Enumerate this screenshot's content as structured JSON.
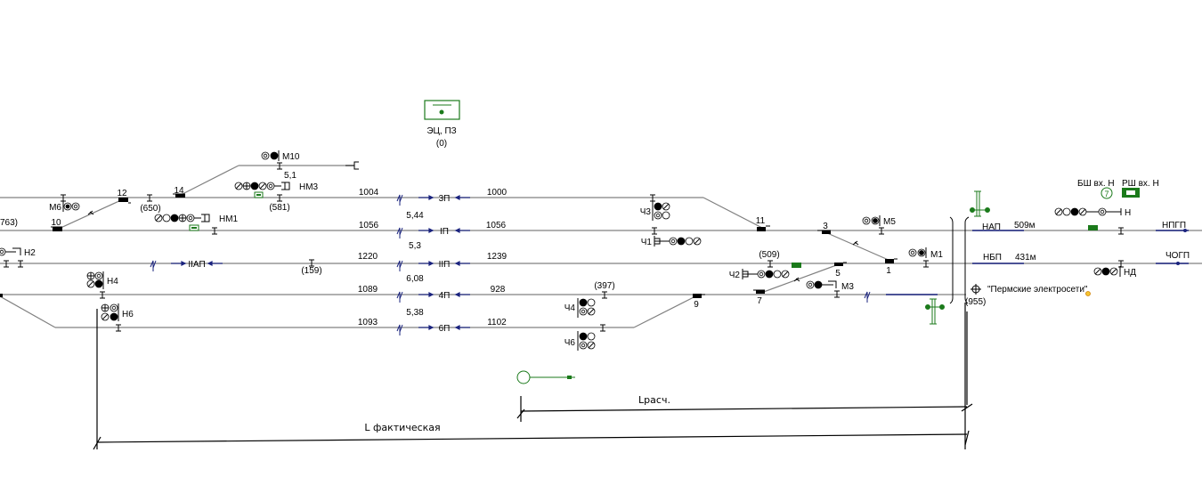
{
  "station_panel": {
    "label": "ЭЦ, ПЗ",
    "count": "(0)",
    "accent_color": "#1b7a1b"
  },
  "tracks": [
    {
      "name": "3П",
      "left_length": "1004",
      "right_length": "1000",
      "span": ""
    },
    {
      "name": "IП",
      "left_length": "1056",
      "right_length": "1056",
      "span": "5,44"
    },
    {
      "name": "IIП",
      "left_length": "1220",
      "right_length": "1239",
      "span": "5,3"
    },
    {
      "name": "4П",
      "left_length": "1089",
      "right_length": "928",
      "span": "6,08"
    },
    {
      "name": "6П",
      "left_length": "1093",
      "right_length": "1102",
      "span": "5,38"
    }
  ],
  "upper_span": "5,1",
  "switches": [
    "10",
    "12",
    "14",
    "11",
    "3",
    "1",
    "5",
    "7",
    "9"
  ],
  "signals": {
    "M10": "М10",
    "HM3": "НМ3",
    "M6": "М6",
    "HM1": "НМ1",
    "H2": "Н2",
    "H4": "Н4",
    "H6": "Н6",
    "CH3": "Ч3",
    "CH1": "Ч1",
    "CH2": "Ч2",
    "CH4": "Ч4",
    "CH6": "Ч6",
    "M5": "М5",
    "M1": "М1",
    "M3": "М3",
    "H": "Н",
    "HD": "НД"
  },
  "distances": {
    "d650": "(650)",
    "d581": "(581)",
    "d763": "763)",
    "d159": "(159)",
    "d509": "(509)",
    "d397": "(397)",
    "d955": "(955)"
  },
  "iiap_label": "IIАП",
  "approaches": [
    {
      "name": "НАП",
      "length": "509м",
      "exit": "НПГП"
    },
    {
      "name": "НБП",
      "length": "431м",
      "exit": "ЧОГП"
    }
  ],
  "bsh_label": "БШ вх. Н",
  "rsh_label": "РШ вх. Н",
  "bsh_number": "7",
  "power_label": "\"Пермские электросети\"",
  "dim_calc": "Lрасч.",
  "dim_actual": "L фактическая"
}
